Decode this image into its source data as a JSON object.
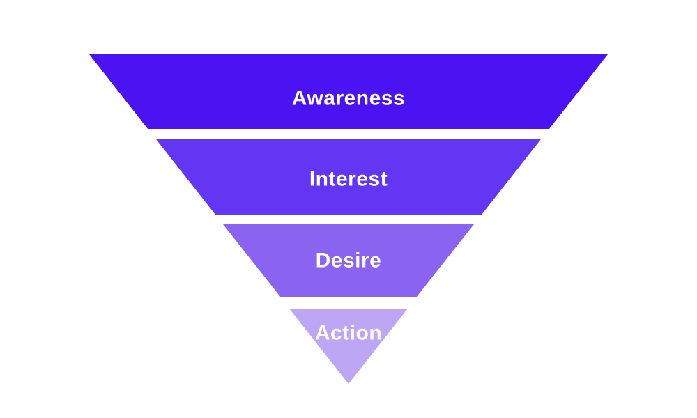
{
  "diagram": {
    "type": "funnel",
    "background_color": "#ffffff",
    "label_color": "#ffffff",
    "stages": [
      {
        "label": "Awareness",
        "color": "#4b13f1"
      },
      {
        "label": "Interest",
        "color": "#6236f3"
      },
      {
        "label": "Desire",
        "color": "#8b63f1"
      },
      {
        "label": "Action",
        "color": "#bda6f3"
      }
    ]
  }
}
